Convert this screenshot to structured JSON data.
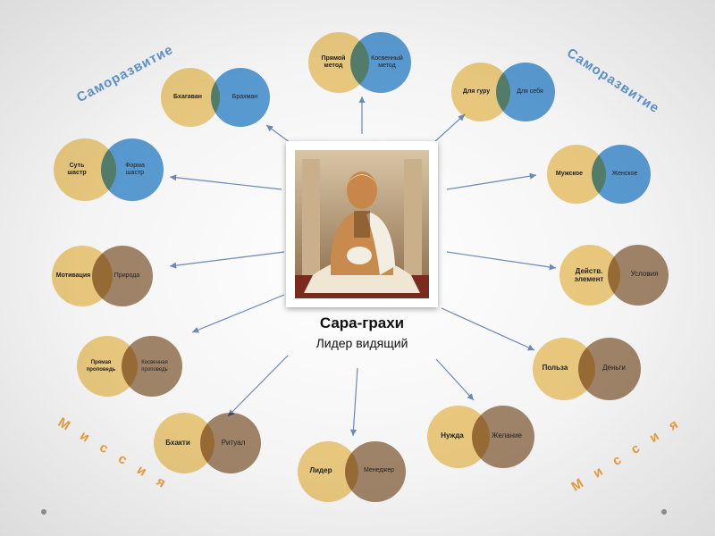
{
  "center": {
    "name": "Сара-грахи",
    "subtitle": "Лидер видящий"
  },
  "corner_labels": {
    "top_left": "Саморазвитие",
    "top_right": "Саморазвитие",
    "bottom_left": "М и с с и я",
    "bottom_right": "М и с с и я"
  },
  "pairs": [
    {
      "id": "top",
      "left": "Прямой метод",
      "right": "Косвенный метод"
    },
    {
      "id": "bhagavan",
      "left": "Бхагаван",
      "right": "Брахман"
    },
    {
      "id": "guru",
      "left": "Для гуру",
      "right": "Для себя"
    },
    {
      "id": "shastra",
      "left": "Суть шастр",
      "right": "Форма шастр"
    },
    {
      "id": "gender",
      "left": "Мужское",
      "right": "Женское"
    },
    {
      "id": "motivation",
      "left": "Мотивация",
      "right": "Природа"
    },
    {
      "id": "action",
      "left": "Действ. элемент",
      "right": "Условия"
    },
    {
      "id": "preaching",
      "left": "Прямая проповедь",
      "right": "Косвенная проповедь"
    },
    {
      "id": "benefit",
      "left": "Польза",
      "right": "Деньги"
    },
    {
      "id": "bhakti",
      "left": "Бхакти",
      "right": "Ритуал"
    },
    {
      "id": "need",
      "left": "Нужда",
      "right": "Желание"
    },
    {
      "id": "leader",
      "left": "Лидер",
      "right": "Менеджер"
    }
  ],
  "colors": {
    "yellow": "#f1cf82",
    "blue": "#5b9fd8",
    "brown": "#a5886c",
    "arrow": "#6a89b8"
  }
}
